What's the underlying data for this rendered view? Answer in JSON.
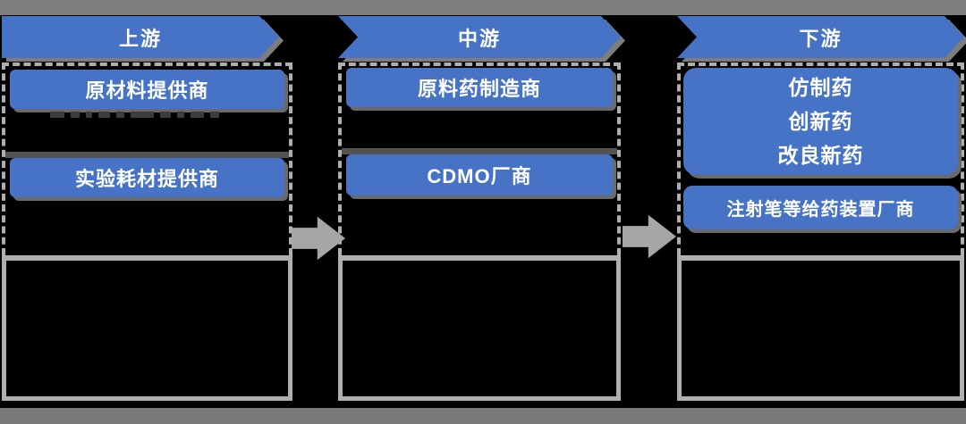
{
  "colors": {
    "blue": "#4673c5",
    "band_gray": "#7e7c7c",
    "band_gray_dark": "#7b7979",
    "border_gray": "#b0aeae",
    "arrow_gray": "#a8a5a5",
    "shadow_gray": "#6b6969",
    "background": "#000000",
    "text": "#ffffff"
  },
  "columns": [
    {
      "id": "upstream",
      "banner": "上游",
      "box1": "原材料提供商",
      "box2": "实验耗材提供商"
    },
    {
      "id": "midstream",
      "banner": "中游",
      "box1": "原料药制造商",
      "box2": "CDMO厂商"
    },
    {
      "id": "downstream",
      "banner": "下游",
      "box1_lines": [
        "仿制药",
        "创新药",
        "改良新药"
      ],
      "box2": "注射笔等给药装置厂商"
    }
  ],
  "icons": {
    "flow_arrow": "right-arrow"
  }
}
